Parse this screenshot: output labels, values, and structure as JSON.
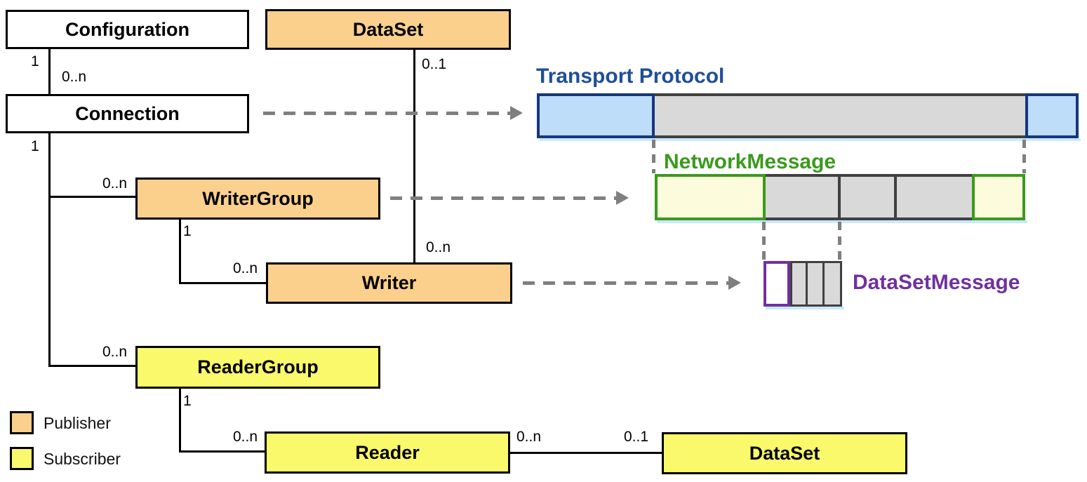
{
  "nodes": {
    "configuration": "Configuration",
    "dataset_top": "DataSet",
    "connection": "Connection",
    "writer_group": "WriterGroup",
    "writer": "Writer",
    "reader_group": "ReaderGroup",
    "reader": "Reader",
    "dataset_bottom": "DataSet"
  },
  "multiplicities": {
    "config_connection_one": "1",
    "config_connection_many": "0..n",
    "dataset_writer_optional": "0..1",
    "connection_one": "1",
    "writergroup_many": "0..n",
    "writergroup_one": "1",
    "writer_many": "0..n",
    "dataset_writer_many": "0..n",
    "readergroup_many": "0..n",
    "readergroup_one": "1",
    "reader_many": "0..n",
    "reader_dataset_many": "0..n",
    "reader_dataset_optional": "0..1"
  },
  "messages": {
    "transport_label": "Transport Protocol",
    "network_label": "NetworkMessage",
    "datasetmessage_label": "DataSetMessage"
  },
  "legend": {
    "publisher": "Publisher",
    "subscriber": "Subscriber"
  },
  "colors": {
    "publisher_fill": "#FBD08D",
    "subscriber_fill": "#F9F96B",
    "transport_fill": "#BDDDF8",
    "transport_border": "#16377E",
    "transport_label": "#1F4E9B",
    "network_label": "#3A9A1C",
    "network_header_fill": "#FCFCDC",
    "datasetmessage_label": "#7030A0",
    "payload_fill": "#D9D9D9",
    "payload_border": "#404040",
    "connector_dash": "#7F7F7F",
    "bar_shadow": "#C9E9FB"
  }
}
